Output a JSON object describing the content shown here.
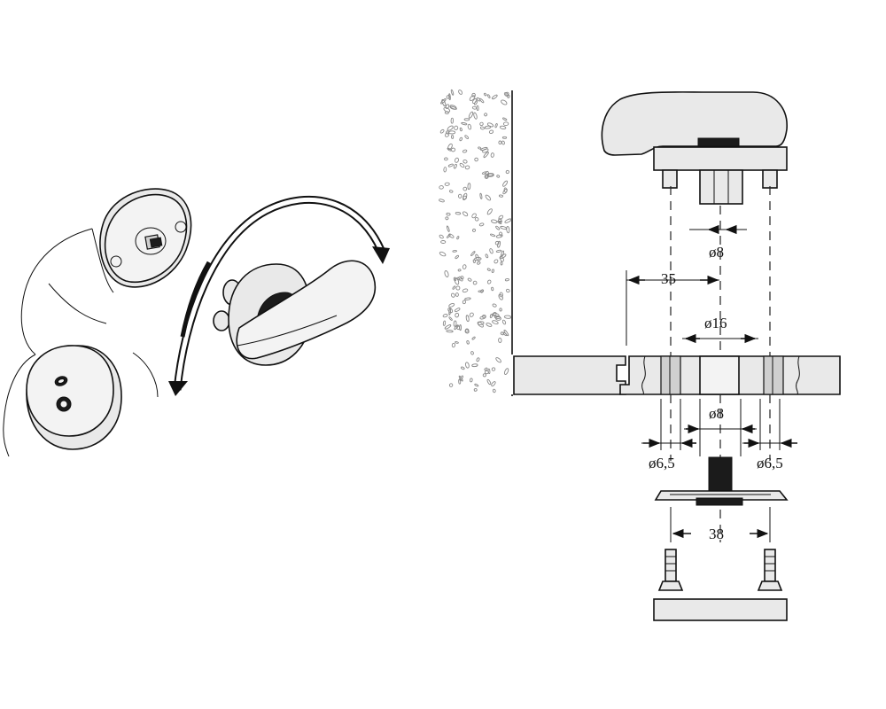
{
  "dimensions": {
    "handle_spindle_dia": "ø8",
    "offset_from_wall": "35",
    "door_hole_dia": "ø16",
    "door_spindle_dia": "ø8",
    "pin_left_dia": "ø6,5",
    "pin_right_dia": "ø6,5",
    "rosette_spacing": "38"
  },
  "colors": {
    "line": "#111111",
    "part_fill": "#e9e9e9",
    "dark_fill": "#1b1b1b",
    "wall_speckle": "#888888"
  }
}
